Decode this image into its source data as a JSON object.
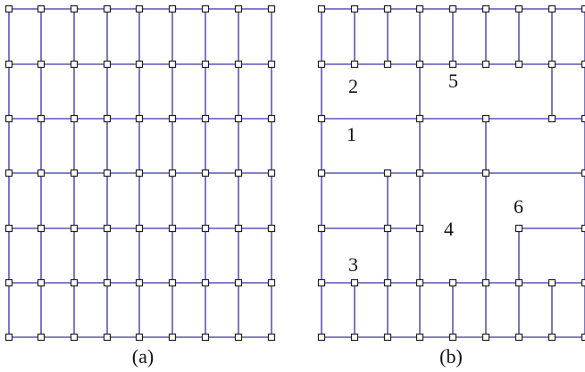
{
  "colors": {
    "edge": "#5b55b5",
    "node_stroke": "#222222",
    "node_fill": "#ffffff",
    "text": "#111111"
  },
  "panels": [
    {
      "caption": "(a)",
      "kind": "uniform-mesh",
      "columns": 9,
      "rows": 7
    },
    {
      "caption": "(b)",
      "kind": "adaptive-mesh",
      "region_labels": [
        "1",
        "2",
        "3",
        "4",
        "5",
        "6"
      ]
    }
  ]
}
